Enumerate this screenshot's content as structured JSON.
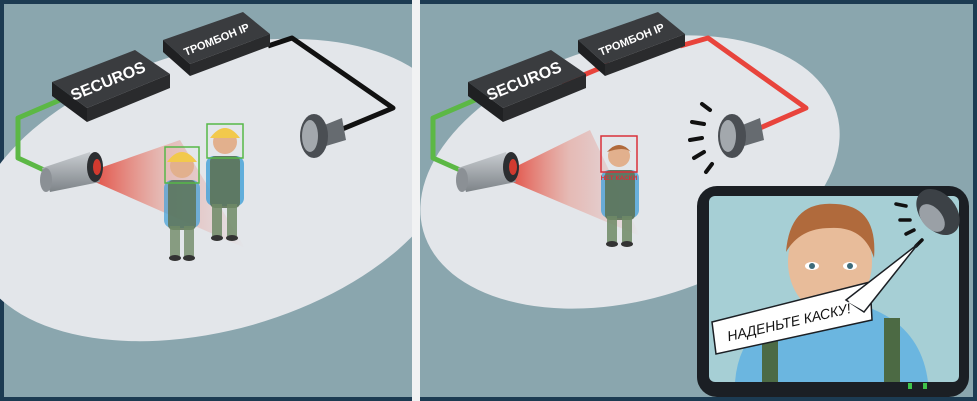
{
  "left_panel": {
    "box_top_label": "ТРОМБОН IP",
    "box_bottom_label": "SECUROS",
    "wire_status": "ok",
    "workers": [
      {
        "helmet": true
      },
      {
        "helmet": true
      }
    ]
  },
  "right_panel": {
    "box_top_label": "ТРОМБОН IP",
    "box_bottom_label": "SECUROS",
    "wire_status": "alert",
    "detection_label": "НЕТ КАСКИ",
    "monitor_speech": "НАДЕНЬТЕ КАСКУ!"
  },
  "colors": {
    "frame": "#1c3b52",
    "background": "#8aa6ae",
    "floor": "#e3e6ea",
    "wire_ok": "#5cb845",
    "wire_alert": "#e8443c",
    "wire_normal": "#111111",
    "detect_ok": "#56b848",
    "detect_alert": "#d9303a",
    "helmet": "#f2c94c",
    "vest": "#4aa3d8",
    "monitor_bezel": "#1b1f24",
    "monitor_screen": "#a6cfd5",
    "led": "#3fc24a"
  },
  "icons": [
    "camera-icon",
    "speaker-icon",
    "siren-icon"
  ]
}
